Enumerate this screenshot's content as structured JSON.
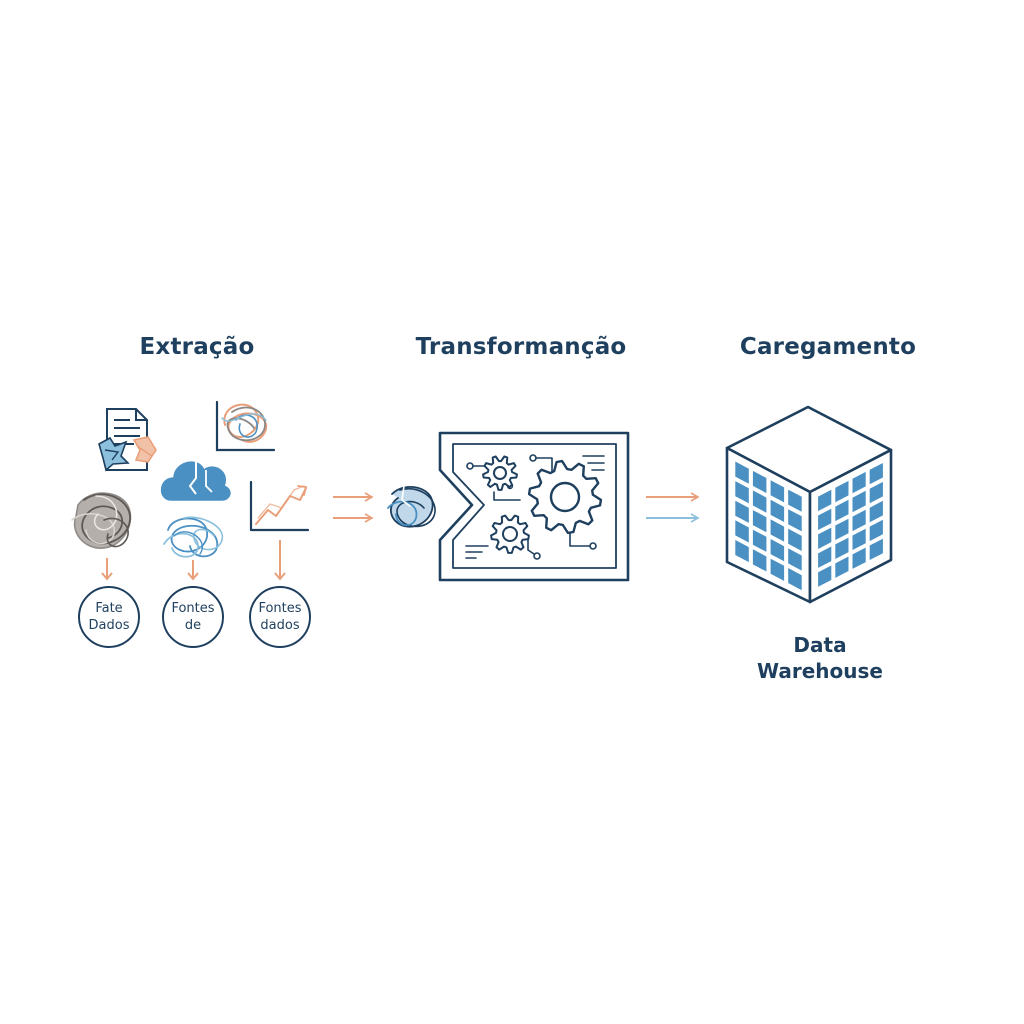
{
  "stages": [
    {
      "title": "Extração"
    },
    {
      "title": "Transformanção"
    },
    {
      "title": "Caregamento"
    }
  ],
  "sources": [
    {
      "line1": "Fate",
      "line2": "Dados"
    },
    {
      "line1": "Fontes",
      "line2": "de"
    },
    {
      "line1": "Fontes",
      "line2": "dados"
    }
  ],
  "target": {
    "line1": "Data",
    "line2": "Warehouse"
  },
  "colors": {
    "navy": "#1e3f5e",
    "blue": "#4a90c2",
    "light_blue": "#8cc0dd",
    "orange": "#e9a07a",
    "gray": "#8c8784"
  },
  "icons": [
    "document-icon",
    "scribble-chart-icon",
    "cloud-icon",
    "line-chart-icon",
    "gray-tangle-icon",
    "blue-tangle-icon",
    "processing-machine-icon",
    "gear-icon",
    "data-warehouse-building-icon"
  ]
}
